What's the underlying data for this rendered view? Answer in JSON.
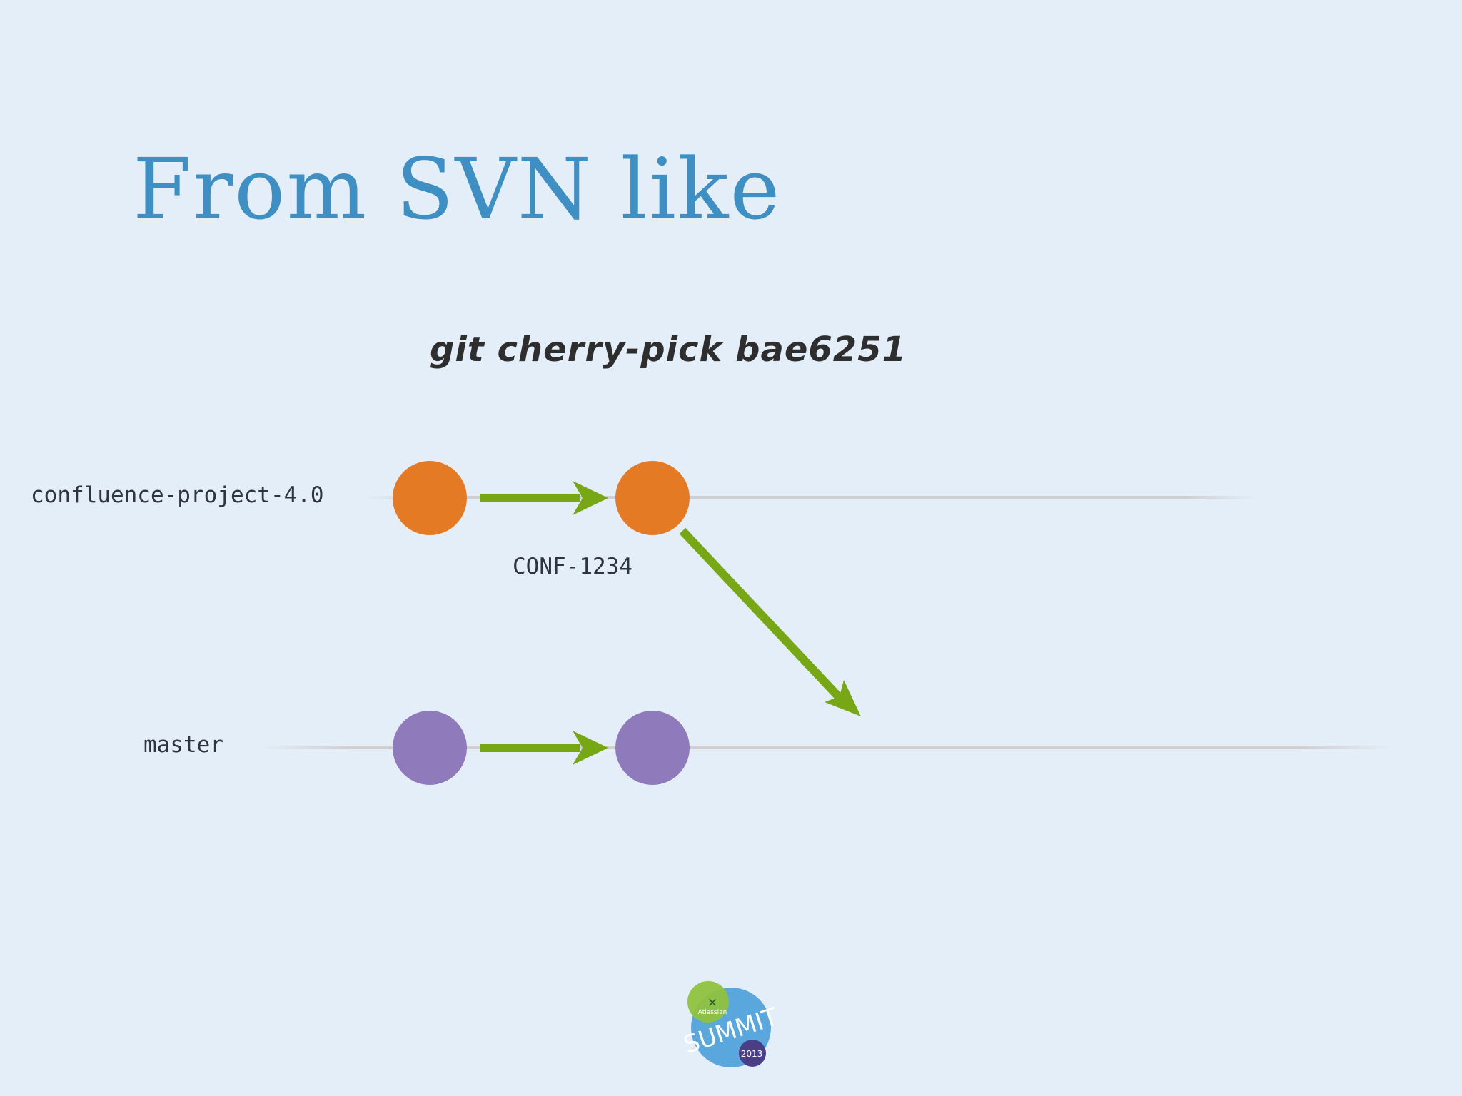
{
  "slide": {
    "title": "From SVN like",
    "command": "git cherry-pick bae6251"
  },
  "branches": [
    {
      "name": "confluence-project-4.0",
      "commits": 2
    },
    {
      "name": "master",
      "commits": 2
    }
  ],
  "commit_label": "CONF-1234",
  "logo": {
    "lines": [
      "Atlassian",
      "SUMMIT",
      "2013"
    ]
  },
  "colors": {
    "title": "#3d8fc4",
    "branch_commit": "#e47a24",
    "master_commit": "#8f7bbb",
    "arrow": "#77a715",
    "branch_line": "#cfcfd2"
  }
}
